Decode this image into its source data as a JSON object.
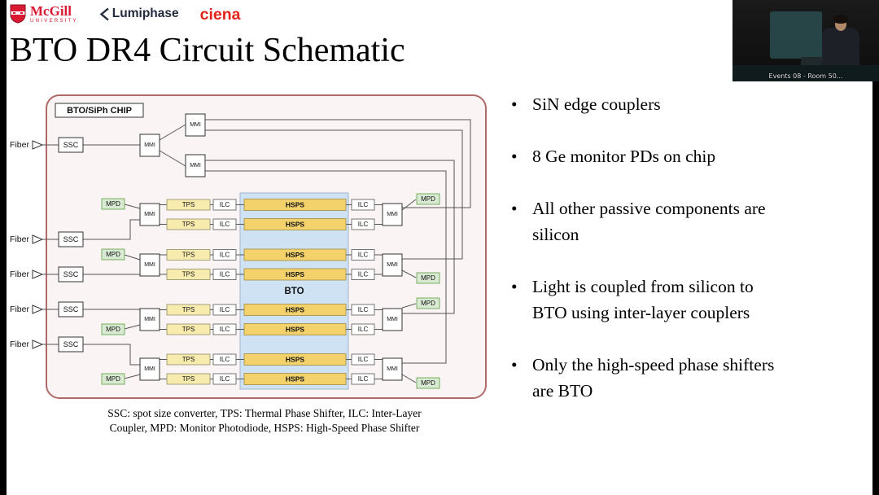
{
  "slide": {
    "title": "BTO DR4 Circuit Schematic",
    "bullet_char": "•",
    "bullets": [
      "SiN edge couplers",
      "8 Ge monitor PDs on chip",
      "All other passive components are silicon",
      "Light is coupled from silicon to BTO using inter-layer couplers",
      "Only the high-speed phase shifters are BTO"
    ],
    "caption": {
      "line1": "SSC: spot size converter, TPS: Thermal Phase Shifter, ILC: Inter-Layer",
      "line2": "Coupler, MPD: Monitor Photodiode, HSPS: High-Speed Phase Shifter"
    },
    "logos": {
      "mcgill_name": "McGill",
      "mcgill_sub": "UNIVERSITY",
      "lumiphase": "Lumiphase",
      "ciena": "ciena"
    }
  },
  "schematic": {
    "chip_label": "BTO/SiPh CHIP",
    "bto_label": "BTO",
    "labels": {
      "fiber": "Fiber",
      "ssc": "SSC",
      "mmi": "MMI",
      "tps": "TPS",
      "ilc": "ILC",
      "hsps": "HSPS",
      "mpd": "MPD"
    },
    "colors": {
      "chip_border": "#b06a6a",
      "chip_fill": "#fbf4f4",
      "bto_fill": "#cfe2f3",
      "hsps_fill": "#f3d26b",
      "tps_fill": "#f7ecae",
      "mpd_fill": "#d9ead3",
      "wire": "#555555",
      "mcgill_red": "#da1a32",
      "ciena_red": "#e2231a",
      "lumiphase_navy": "#232b3c"
    }
  },
  "video": {
    "caption": "Events 08 - Room 50..."
  }
}
